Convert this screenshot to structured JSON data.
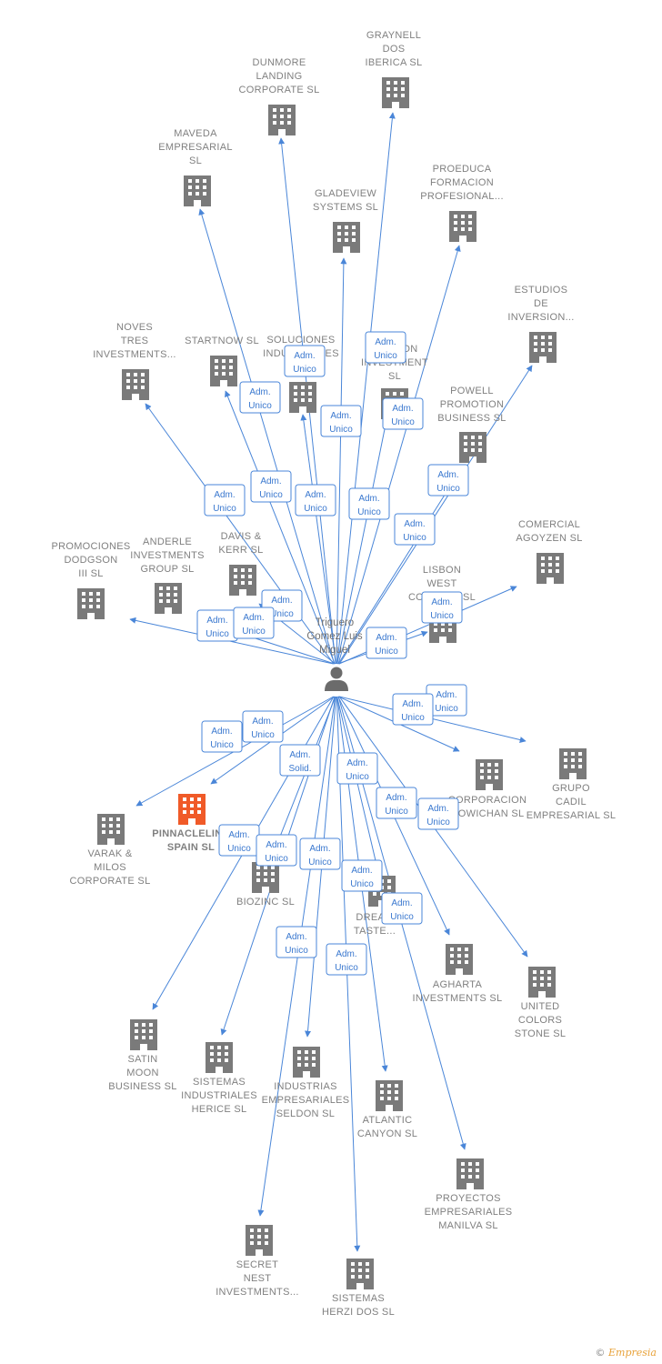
{
  "person": {
    "lines": [
      "Triguero",
      "Gomez Luis",
      "Miguel"
    ],
    "icon": "person-icon"
  },
  "colors": {
    "edge": "#4a86d8",
    "building": "#7a7a7a",
    "highlight": "#f05a28",
    "label": "#808080"
  },
  "companies": [
    {
      "id": "graynell",
      "lines": [
        "GRAYNELL",
        "DOS",
        "IBERICA SL"
      ]
    },
    {
      "id": "dunmore",
      "lines": [
        "DUNMORE",
        "LANDING",
        "CORPORATE SL"
      ]
    },
    {
      "id": "maveda",
      "lines": [
        "MAVEDA",
        "EMPRESARIAL",
        "SL"
      ]
    },
    {
      "id": "gladeview",
      "lines": [
        "GLADEVIEW",
        "SYSTEMS SL"
      ]
    },
    {
      "id": "proeduca",
      "lines": [
        "PROEDUCA",
        "FORMACION",
        "PROFESIONAL..."
      ]
    },
    {
      "id": "estudios",
      "lines": [
        "ESTUDIOS",
        "DE",
        "INVERSION..."
      ]
    },
    {
      "id": "noves",
      "lines": [
        "NOVES",
        "TRES",
        "INVESTMENTS..."
      ]
    },
    {
      "id": "startnow",
      "lines": [
        "STARTNOW SL"
      ]
    },
    {
      "id": "soluciones",
      "lines": [
        "SOLUCIONES",
        "INDUSTRIALES",
        "K..."
      ]
    },
    {
      "id": "dawson",
      "lines": [
        "DAWSON",
        "INVESTMENT",
        "SL"
      ]
    },
    {
      "id": "powell",
      "lines": [
        "POWELL",
        "PROMOTION",
        "BUSINESS SL"
      ]
    },
    {
      "id": "comercial",
      "lines": [
        "COMERCIAL",
        "AGOYZEN SL"
      ]
    },
    {
      "id": "promociones",
      "lines": [
        "PROMOCIONES",
        "DODGSON",
        "III SL"
      ]
    },
    {
      "id": "anderle",
      "lines": [
        "ANDERLE",
        "INVESTMENTS",
        "GROUP SL"
      ]
    },
    {
      "id": "davis",
      "lines": [
        "DAVIS &",
        "KERR SL"
      ]
    },
    {
      "id": "lisbon",
      "lines": [
        "LISBON",
        "WEST",
        "COMPANY SL"
      ]
    },
    {
      "id": "corporacion",
      "lines": [
        "CORPORACION",
        "COWICHAN SL"
      ]
    },
    {
      "id": "grupo",
      "lines": [
        "GRUPO",
        "CADIL",
        "EMPRESARIAL SL"
      ]
    },
    {
      "id": "varak",
      "lines": [
        "VARAK &",
        "MILOS",
        "CORPORATE SL"
      ]
    },
    {
      "id": "pinnaclelink",
      "lines": [
        "PINNACLELINK",
        "SPAIN SL"
      ],
      "highlight": true
    },
    {
      "id": "biozinc",
      "lines": [
        "BIOZINC SL"
      ]
    },
    {
      "id": "dreamtaste",
      "lines": [
        "DREAM",
        "TASTE..."
      ]
    },
    {
      "id": "agharta",
      "lines": [
        "AGHARTA",
        "INVESTMENTS SL"
      ]
    },
    {
      "id": "united",
      "lines": [
        "UNITED",
        "COLORS",
        "STONE SL"
      ]
    },
    {
      "id": "satin",
      "lines": [
        "SATIN",
        "MOON",
        "BUSINESS SL"
      ]
    },
    {
      "id": "sistemas_herice",
      "lines": [
        "SISTEMAS",
        "INDUSTRIALES",
        "HERICE SL"
      ]
    },
    {
      "id": "industrias",
      "lines": [
        "INDUSTRIAS",
        "EMPRESARIALES",
        "SELDON SL"
      ]
    },
    {
      "id": "atlantic",
      "lines": [
        "ATLANTIC",
        "CANYON SL"
      ]
    },
    {
      "id": "proyectos",
      "lines": [
        "PROYECTOS",
        "EMPRESARIALES",
        "MANILVA SL"
      ]
    },
    {
      "id": "secret",
      "lines": [
        "SECRET",
        "NEST",
        "INVESTMENTS..."
      ]
    },
    {
      "id": "sistemas_herzi",
      "lines": [
        "SISTEMAS",
        "HERZI DOS SL"
      ]
    }
  ],
  "badges": [
    {
      "lines": [
        "Adm.",
        "Unico"
      ]
    },
    {
      "lines": [
        "Adm.",
        "Solid."
      ]
    }
  ],
  "footer": {
    "copyright": "©",
    "brand": "Empresia"
  }
}
